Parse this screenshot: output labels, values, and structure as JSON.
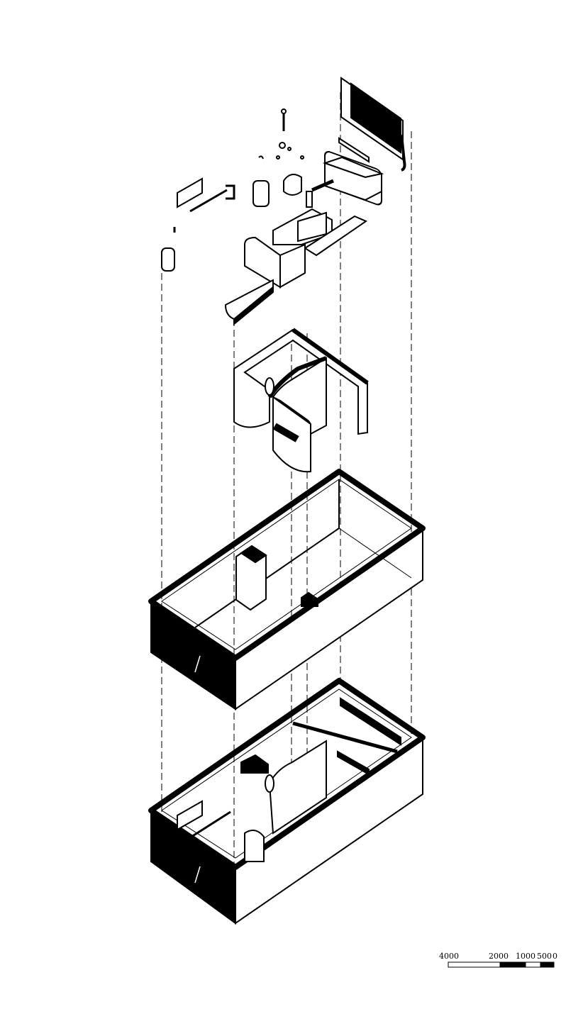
{
  "diagram": {
    "type": "exploded axonometric",
    "stroke_color": "#000000",
    "fill_color": "#ffffff"
  },
  "scale_bar": {
    "labels": [
      "4000",
      "2000",
      "1000",
      "500",
      "0"
    ]
  }
}
